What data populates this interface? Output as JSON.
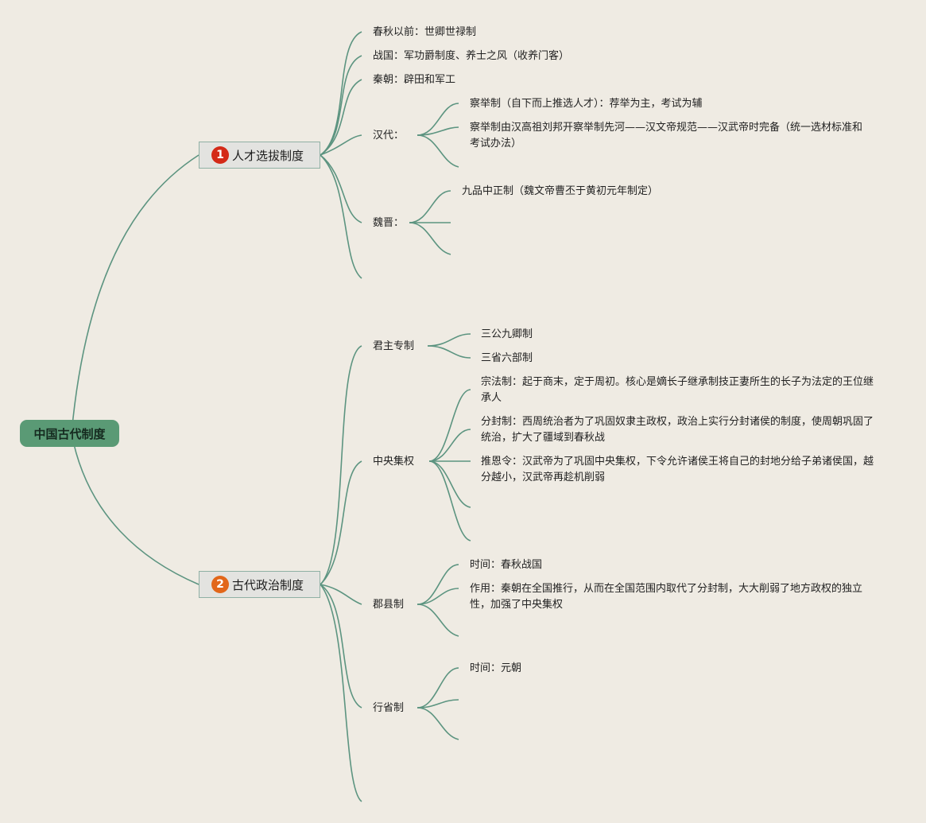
{
  "root": {
    "label": "中国古代制度"
  },
  "branch1": {
    "number": "1",
    "label": "人才选拔制度",
    "color": "#d42a18",
    "items": {
      "chunqiu": "春秋以前：世卿世禄制",
      "zhanguo": "战国：军功爵制度、养士之风（收养门客）",
      "qin": "秦朝：辟田和军工",
      "han": {
        "label": "汉代：",
        "c1": "察举制（自下而上推选人才）：荐举为主，考试为辅",
        "c2": "察举制由汉高祖刘邦开察举制先河——汉文帝规范——汉武帝时完备（统一选材标准和考试办法）"
      },
      "weijin": {
        "label": "魏晋：",
        "c1": "九品中正制（魏文帝曹丕于黄初元年制定）"
      }
    }
  },
  "branch2": {
    "number": "2",
    "label": "古代政治制度",
    "color": "#e2671a",
    "items": {
      "junzhu": {
        "label": "君主专制",
        "c1": "三公九卿制",
        "c2": "三省六部制"
      },
      "zhongyang": {
        "label": "中央集权",
        "c1": "宗法制：起于商末，定于周初。核心是嫡长子继承制技正妻所生的长子为法定的王位继承人",
        "c2": "分封制：西周统治者为了巩固奴隶主政权，政治上实行分封诸侯的制度，使周朝巩固了统治，扩大了疆域到春秋战",
        "c3": "推恩令：汉武帝为了巩固中央集权，下令允许诸侯王将自己的封地分给子弟诸侯国，越分越小，汉武帝再趁机削弱"
      },
      "junxian": {
        "label": "郡县制",
        "c1": "时间：春秋战国",
        "c2": "作用：秦朝在全国推行，从而在全国范围内取代了分封制，大大削弱了地方政权的独立性，加强了中央集权"
      },
      "xingsheng": {
        "label": "行省制",
        "c1": "时间：元朝"
      }
    }
  }
}
